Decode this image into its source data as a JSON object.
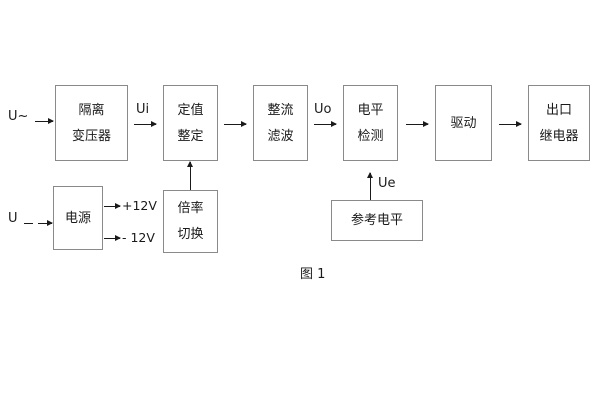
{
  "diagram": {
    "caption": "图 1",
    "blocks": [
      {
        "id": "isolation-transformer",
        "lines": [
          "隔离",
          "变压器"
        ]
      },
      {
        "id": "setting-value",
        "lines": [
          "定值",
          "整定"
        ]
      },
      {
        "id": "rectify-filter",
        "lines": [
          "整流",
          "滤波"
        ]
      },
      {
        "id": "level-detection",
        "lines": [
          "电平",
          "检测"
        ]
      },
      {
        "id": "drive",
        "lines": [
          "驱动"
        ]
      },
      {
        "id": "output-relay",
        "lines": [
          "出口",
          "继电器"
        ]
      },
      {
        "id": "power-supply",
        "lines": [
          "电源"
        ]
      },
      {
        "id": "multiplier-switch",
        "lines": [
          "倍率",
          "切换"
        ]
      },
      {
        "id": "reference-level",
        "lines": [
          "参考电平"
        ]
      }
    ],
    "signals": {
      "ac_input": "U~",
      "dc_input": "U",
      "ui": "Ui",
      "uo": "Uo",
      "ue": "Ue",
      "rail_positive": "+12V",
      "rail_negative": "- 12V"
    },
    "colors": {
      "block_border": "#8a8a8a",
      "text": "#1a1a1a",
      "arrow": "#1a1a1a",
      "background": "#ffffff"
    }
  }
}
